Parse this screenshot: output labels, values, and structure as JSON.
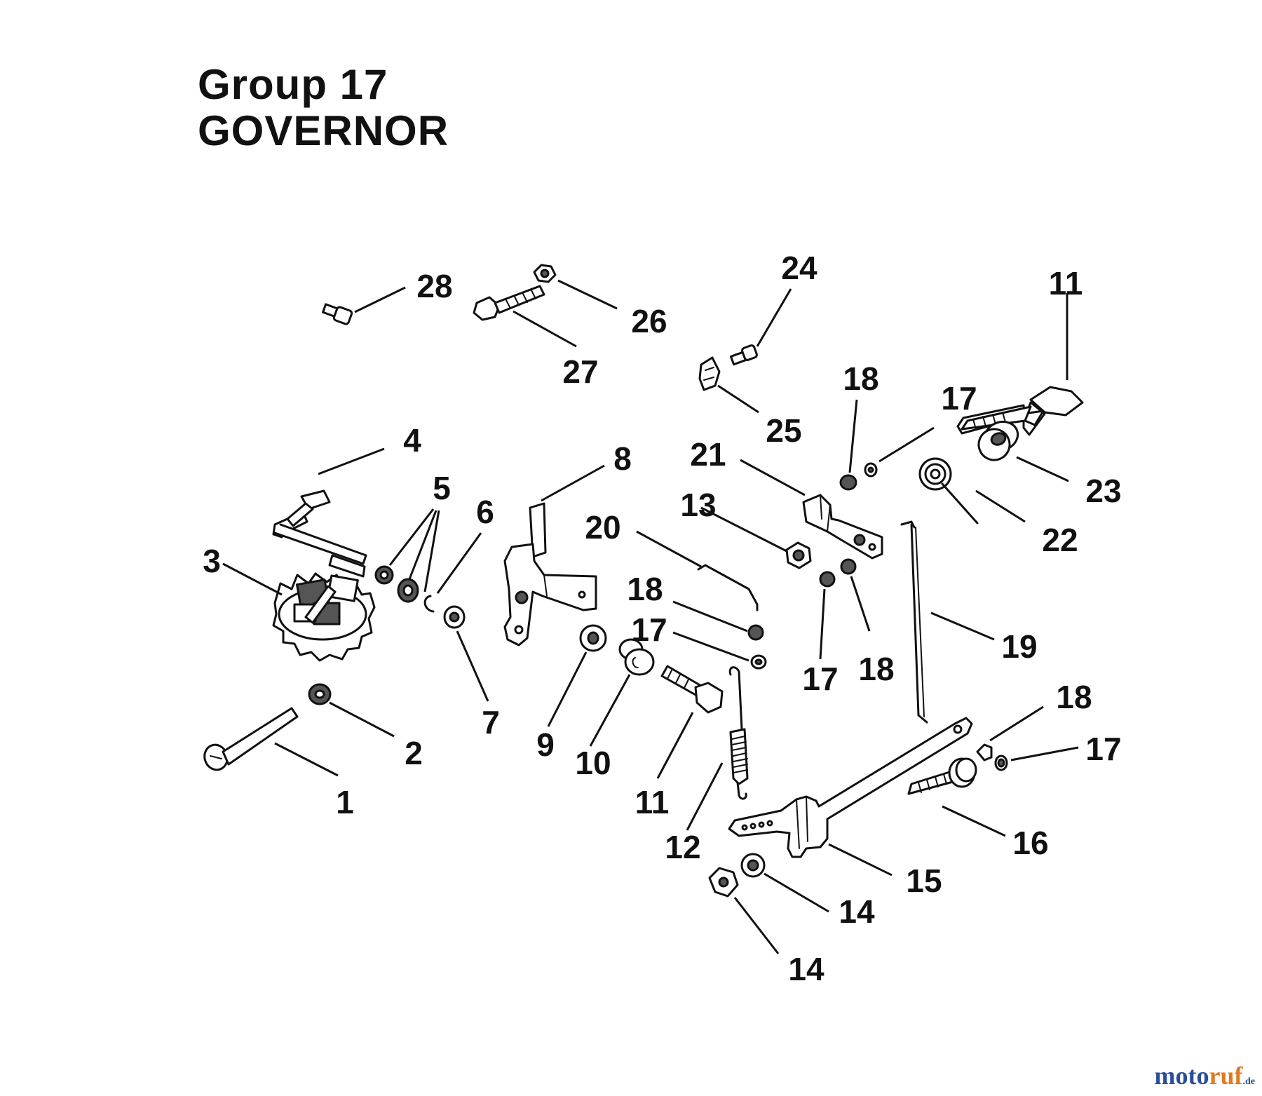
{
  "title": {
    "line1": "Group 17",
    "line2": "GOVERNOR"
  },
  "callouts": [
    {
      "id": "c1",
      "label": "1"
    },
    {
      "id": "c2",
      "label": "2"
    },
    {
      "id": "c3",
      "label": "3"
    },
    {
      "id": "c4",
      "label": "4"
    },
    {
      "id": "c5",
      "label": "5"
    },
    {
      "id": "c6",
      "label": "6"
    },
    {
      "id": "c7",
      "label": "7"
    },
    {
      "id": "c8",
      "label": "8"
    },
    {
      "id": "c9",
      "label": "9"
    },
    {
      "id": "c10",
      "label": "10"
    },
    {
      "id": "c11a",
      "label": "11"
    },
    {
      "id": "c11b",
      "label": "11"
    },
    {
      "id": "c12",
      "label": "12"
    },
    {
      "id": "c13",
      "label": "13"
    },
    {
      "id": "c14a",
      "label": "14"
    },
    {
      "id": "c14b",
      "label": "14"
    },
    {
      "id": "c15",
      "label": "15"
    },
    {
      "id": "c16",
      "label": "16"
    },
    {
      "id": "c17a",
      "label": "17"
    },
    {
      "id": "c17b",
      "label": "17"
    },
    {
      "id": "c17c",
      "label": "17"
    },
    {
      "id": "c17d",
      "label": "17"
    },
    {
      "id": "c18a",
      "label": "18"
    },
    {
      "id": "c18b",
      "label": "18"
    },
    {
      "id": "c18c",
      "label": "18"
    },
    {
      "id": "c18d",
      "label": "18"
    },
    {
      "id": "c19",
      "label": "19"
    },
    {
      "id": "c20",
      "label": "20"
    },
    {
      "id": "c21",
      "label": "21"
    },
    {
      "id": "c22",
      "label": "22"
    },
    {
      "id": "c23",
      "label": "23"
    },
    {
      "id": "c24",
      "label": "24"
    },
    {
      "id": "c25",
      "label": "25"
    },
    {
      "id": "c26",
      "label": "26"
    },
    {
      "id": "c27",
      "label": "27"
    },
    {
      "id": "c28",
      "label": "28"
    }
  ],
  "watermark": {
    "part1": "moto",
    "part2": "ruf",
    "part3": ".de"
  },
  "colors": {
    "ink": "#111111",
    "watermark_blue": "#2a4f9a",
    "watermark_orange": "#e07a1f"
  }
}
